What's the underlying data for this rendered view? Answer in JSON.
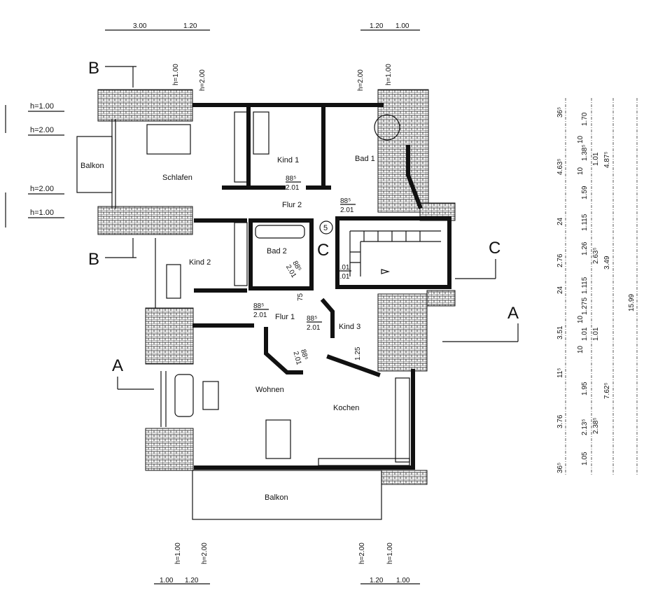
{
  "top_dims": {
    "left_a": "3.00",
    "left_b": "1.20",
    "right_a": "1.20",
    "right_b": "1.00"
  },
  "bottom_dims": {
    "left_a": "1.00",
    "left_b": "1.20",
    "right_a": "1.20",
    "right_b": "1.00"
  },
  "window_heights": {
    "top": [
      "h=1.00",
      "h=2.00",
      "h=2.00",
      "h=1.00"
    ],
    "bottom": [
      "h=1.00",
      "h=2.00",
      "h=2.00",
      "h=1.00"
    ],
    "left": [
      "h=1.00",
      "h=2.00",
      "h=2.00",
      "h=1.00"
    ]
  },
  "sections": {
    "b_top": "B",
    "b_bottom": "B",
    "c_left": "C",
    "c_right": "C",
    "a_left": "A",
    "a_right": "A"
  },
  "rooms": {
    "balkon_left": "Balkon",
    "schlafen": "Schlafen",
    "kind1": "Kind 1",
    "bad1": "Bad 1",
    "flur2": "Flur 2",
    "bad2": "Bad 2",
    "kind2": "Kind 2",
    "flur1": "Flur 1",
    "kind3": "Kind 3",
    "wohnen": "Wohnen",
    "kochen": "Kochen",
    "balkon_bottom": "Balkon"
  },
  "apartment_number": "5",
  "doors": [
    {
      "w": "88⁵",
      "h": "2.01"
    },
    {
      "w": "88⁵",
      "h": "2.01"
    },
    {
      "w": "88⁵",
      "h": "2.01"
    },
    {
      "w": "88⁵",
      "h": "2.01"
    },
    {
      "w": "88⁵",
      "h": "2.01"
    },
    {
      "w": "88⁵",
      "h": "2.01"
    },
    {
      "w": "1.01",
      "h": "2.01"
    }
  ],
  "misc_dims": {
    "flur_width": "75",
    "kind3_niche": "1.25"
  },
  "right_dims": {
    "col1": [
      "36⁵",
      "4.63⁵",
      "24",
      "2.76",
      "24",
      "3.51",
      "11⁵",
      "3.76",
      "36⁵"
    ],
    "col2": [
      "1.70",
      "10",
      "1.38⁵",
      "10",
      "1.59",
      "1.115",
      "1.26",
      "1.115",
      "1.275",
      "10",
      "1.01",
      "10",
      "1.95",
      "2.13⁵",
      "1.05"
    ],
    "col3": [
      "1.01",
      "2.63⁵",
      "1.01",
      "2.38⁵"
    ],
    "col4": [
      "4.87⁵",
      "3.49",
      "7.62⁵"
    ],
    "col5": [
      "15.99"
    ]
  }
}
